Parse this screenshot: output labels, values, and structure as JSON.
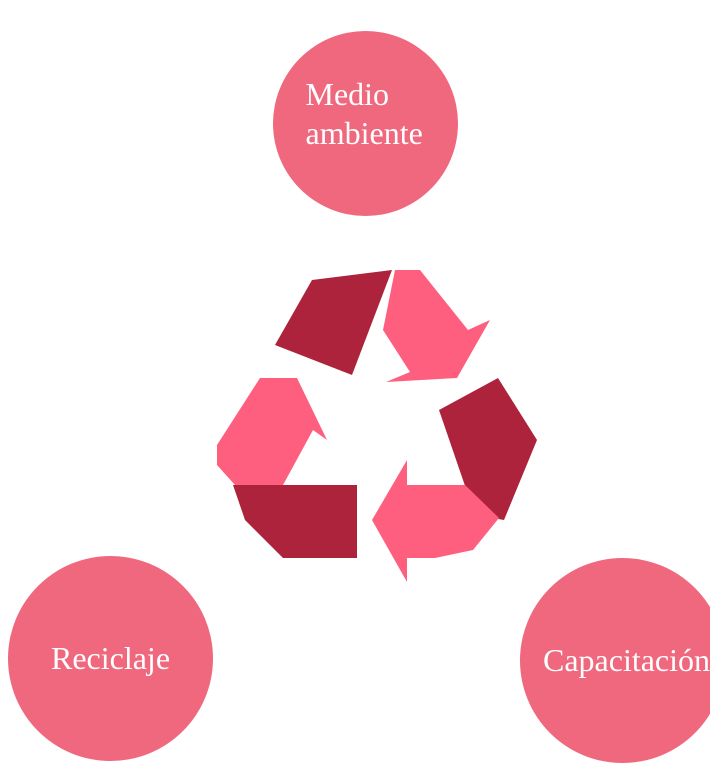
{
  "colors": {
    "node_fill": "#ef687e",
    "node_text": "#ffffff",
    "arrow_light": "#ff5f7e",
    "arrow_dark": "#ad233b"
  },
  "icon": "recycle-icon",
  "nodes": {
    "top": {
      "label": "Medio ambiente"
    },
    "left": {
      "label": "Reciclaje"
    },
    "right": {
      "label": "Capacitación"
    }
  }
}
